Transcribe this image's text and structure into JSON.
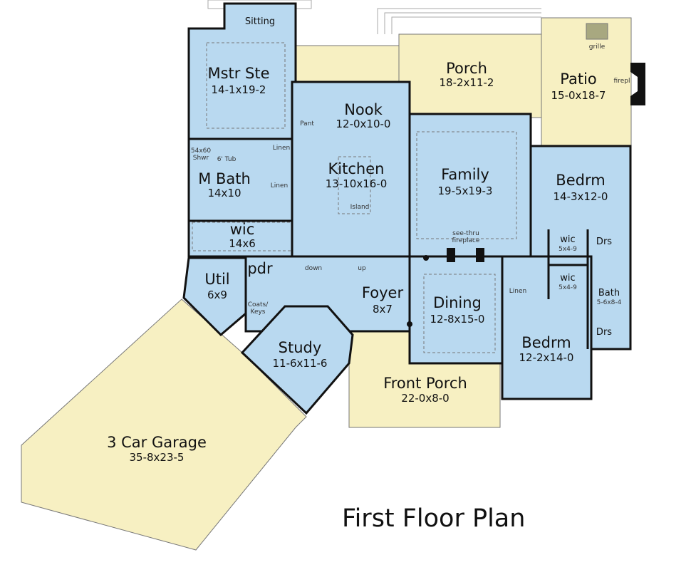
{
  "title": "First Floor Plan",
  "colors": {
    "conditioned": "#b9d9f0",
    "outdoor": "#f7f0c2",
    "wall": "#111111",
    "grille": "#a8a880"
  },
  "rooms": [
    {
      "name": "Sitting",
      "dims": ""
    },
    {
      "name": "Mstr Ste",
      "dims": "14-1x19-2"
    },
    {
      "name": "M Bath",
      "dims": "14x10"
    },
    {
      "name": "wic",
      "dims": "14x6"
    },
    {
      "name": "Nook",
      "dims": "12-0x10-0"
    },
    {
      "name": "Kitchen",
      "dims": "13-10x16-0"
    },
    {
      "name": "Family",
      "dims": "19-5x19-3"
    },
    {
      "name": "Porch",
      "dims": "18-2x11-2"
    },
    {
      "name": "Patio",
      "dims": "15-0x18-7"
    },
    {
      "name": "Bedrm",
      "dims": "14-3x12-0"
    },
    {
      "name": "wic",
      "dims": "5x4-9"
    },
    {
      "name": "wic",
      "dims": "5x4-9"
    },
    {
      "name": "Bath",
      "dims": "5-6x8-4"
    },
    {
      "name": "Bedrm",
      "dims": "12-2x14-0"
    },
    {
      "name": "Util",
      "dims": "6x9"
    },
    {
      "name": "pdr",
      "dims": ""
    },
    {
      "name": "Foyer",
      "dims": "8x7"
    },
    {
      "name": "Dining",
      "dims": "12-8x15-0"
    },
    {
      "name": "Study",
      "dims": "11-6x11-6"
    },
    {
      "name": "Front Porch",
      "dims": "22-0x8-0"
    },
    {
      "name": "3 Car Garage",
      "dims": "35-8x23-5"
    }
  ],
  "notes": {
    "shower": "54x60 Shwr",
    "tub": "6' Tub",
    "linen1": "Linen",
    "linen2": "Linen",
    "linen3": "Linen",
    "pantry": "Pant",
    "island": "Island",
    "fireplace": "see-thru fireplace",
    "down": "down",
    "up": "up",
    "coats": "Coats/ Keys",
    "drs1": "Drs",
    "drs2": "Drs",
    "grille": "grille",
    "firepl": "firepl"
  }
}
